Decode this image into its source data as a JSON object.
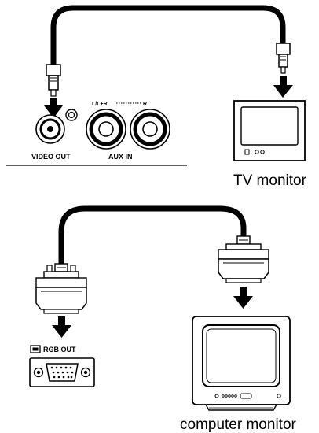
{
  "labels": {
    "video_out": "VIDEO OUT",
    "aux_in": "AUX  IN",
    "aux_left": "L/L+R",
    "aux_right": "R",
    "tv_monitor": "TV monitor",
    "rgb_out": "RGB  OUT",
    "computer_monitor": "computer monitor"
  },
  "colors": {
    "ink": "#000000",
    "panel": "#ffffff",
    "shade": "#d9d9d9"
  }
}
